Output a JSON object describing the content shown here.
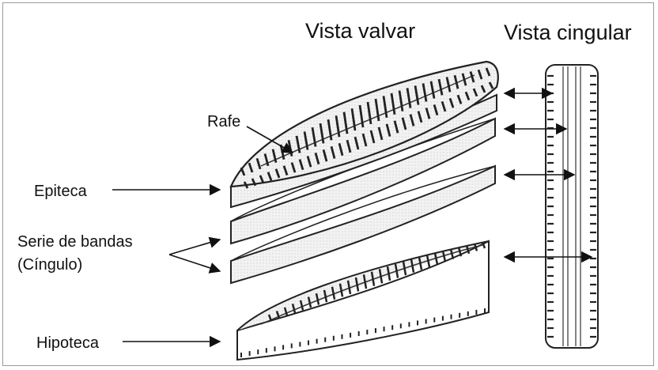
{
  "labels": {
    "vista_valvar": "Vista valvar",
    "vista_cingular": "Vista cingular",
    "rafe": "Rafe",
    "epiteca": "Epiteca",
    "serie_line1": "Serie de bandas",
    "serie_line2": "(Cíngulo)",
    "hipoteca": "Hipoteca"
  }
}
